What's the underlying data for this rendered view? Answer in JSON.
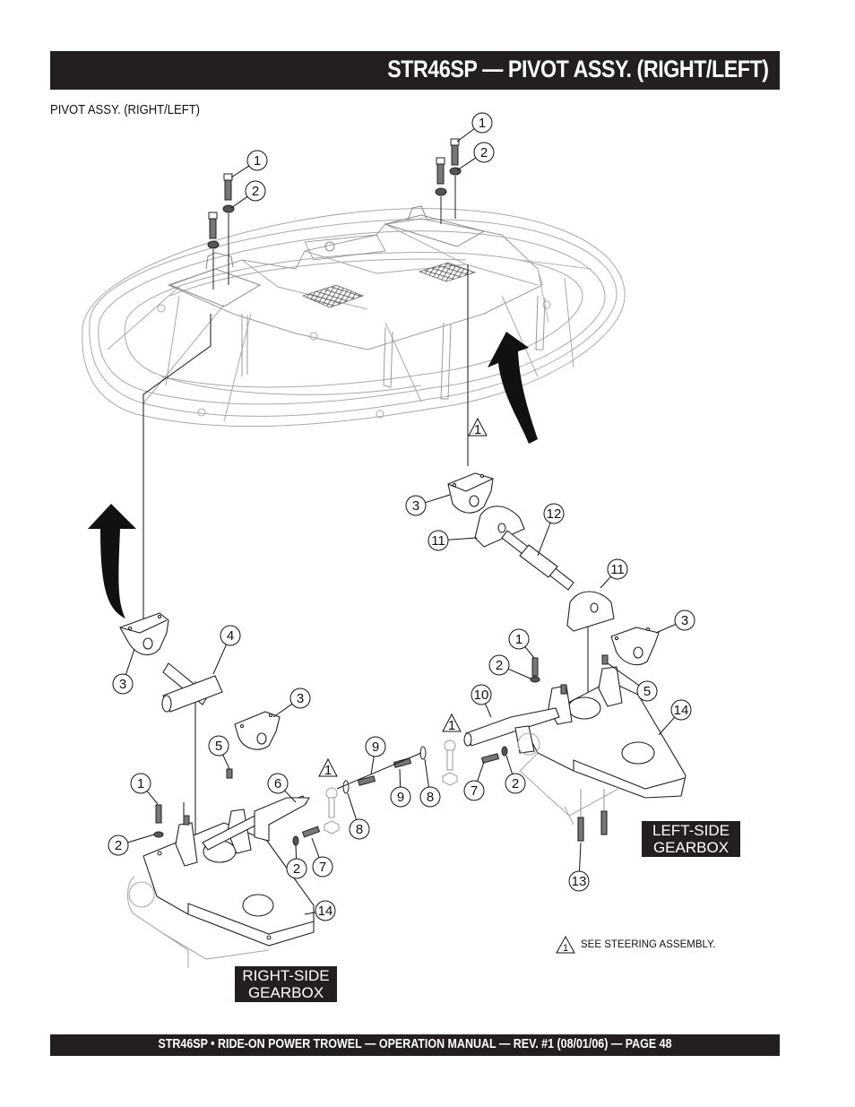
{
  "header": {
    "title": "STR46SP — PIVOT ASSY. (RIGHT/LEFT)"
  },
  "subtitle": "PIVOT ASSY. (RIGHT/LEFT)",
  "labels": {
    "left_gearbox": [
      "LEFT-SIDE",
      "GEARBOX"
    ],
    "right_gearbox": [
      "RIGHT-SIDE",
      "GEARBOX"
    ]
  },
  "note": {
    "symbol": "1",
    "text": "SEE STEERING ASSEMBLY."
  },
  "footer": {
    "text": "STR46SP  • RIDE-ON POWER TROWEL —  OPERATION MANUAL — REV. #1 (08/01/06) — PAGE 48"
  },
  "callouts": [
    {
      "id": "top-right-bolt",
      "number": "1"
    },
    {
      "id": "top-right-washer",
      "number": "2"
    },
    {
      "id": "top-left-bolt",
      "number": "1"
    },
    {
      "id": "top-left-washer",
      "number": "2"
    },
    {
      "id": "steering-ref-top",
      "number": "1",
      "triangle": true
    },
    {
      "id": "right-pivot-block-top",
      "number": "3"
    },
    {
      "id": "pivot-bearing-a",
      "number": "11"
    },
    {
      "id": "pivot-shaft-right",
      "number": "12"
    },
    {
      "id": "pivot-bearing-b",
      "number": "11"
    },
    {
      "id": "right-pivot-block-bottom",
      "number": "3"
    },
    {
      "id": "left-pivot-block-top",
      "number": "3"
    },
    {
      "id": "pivot-shaft-left",
      "number": "4"
    },
    {
      "id": "left-pivot-block-bottom",
      "number": "3"
    },
    {
      "id": "rs-setscrew",
      "number": "5"
    },
    {
      "id": "rs-arm",
      "number": "6"
    },
    {
      "id": "rs-bolt",
      "number": "1"
    },
    {
      "id": "rs-washer",
      "number": "2"
    },
    {
      "id": "rs-lockwasher",
      "number": "2"
    },
    {
      "id": "rs-bolt-7",
      "number": "7"
    },
    {
      "id": "rs-washer-8",
      "number": "8"
    },
    {
      "id": "rs-plate",
      "number": "14"
    },
    {
      "id": "steering-ref-mid",
      "number": "1",
      "triangle": true
    },
    {
      "id": "mid-screw-9a",
      "number": "9"
    },
    {
      "id": "mid-screw-9b",
      "number": "9"
    },
    {
      "id": "mid-washer-8",
      "number": "8"
    },
    {
      "id": "steering-ref-ls",
      "number": "1",
      "triangle": true
    },
    {
      "id": "ls-bolt-7",
      "number": "7"
    },
    {
      "id": "ls-lockwasher",
      "number": "2"
    },
    {
      "id": "ls-arm",
      "number": "10"
    },
    {
      "id": "ls-bolt",
      "number": "1"
    },
    {
      "id": "ls-washer",
      "number": "2"
    },
    {
      "id": "ls-setscrew",
      "number": "5"
    },
    {
      "id": "ls-plate",
      "number": "14"
    },
    {
      "id": "ls-screws",
      "number": "13"
    }
  ]
}
